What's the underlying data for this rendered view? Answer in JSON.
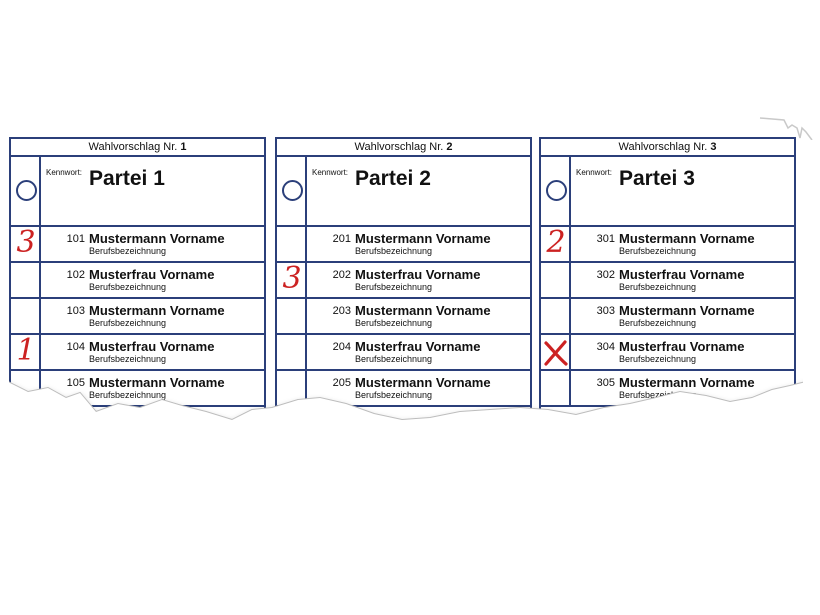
{
  "ballot": {
    "header_prefix": "Wahlvorschlag Nr.",
    "kennwort_label": "Kennwort:",
    "columns": [
      {
        "nr": "1",
        "party": "Partei 1",
        "candidates": [
          {
            "no": "101",
            "name": "Mustermann Vorname",
            "job": "Berufsbezeichnung",
            "mark": "3"
          },
          {
            "no": "102",
            "name": "Musterfrau Vorname",
            "job": "Berufsbezeichnung",
            "mark": ""
          },
          {
            "no": "103",
            "name": "Mustermann Vorname",
            "job": "Berufsbezeichnung",
            "mark": ""
          },
          {
            "no": "104",
            "name": "Musterfrau Vorname",
            "job": "Berufsbezeichnung",
            "mark": "1"
          },
          {
            "no": "105",
            "name": "Mustermann Vorname",
            "job": "Berufsbezeichnung",
            "mark": ""
          }
        ]
      },
      {
        "nr": "2",
        "party": "Partei 2",
        "candidates": [
          {
            "no": "201",
            "name": "Mustermann Vorname",
            "job": "Berufsbezeichnung",
            "mark": ""
          },
          {
            "no": "202",
            "name": "Musterfrau Vorname",
            "job": "Berufsbezeichnung",
            "mark": "3"
          },
          {
            "no": "203",
            "name": "Mustermann Vorname",
            "job": "Berufsbezeichnung",
            "mark": ""
          },
          {
            "no": "204",
            "name": "Musterfrau Vorname",
            "job": "Berufsbezeichnung",
            "mark": ""
          },
          {
            "no": "205",
            "name": "Mustermann Vorname",
            "job": "Berufsbezeichnung",
            "mark": ""
          }
        ]
      },
      {
        "nr": "3",
        "party": "Partei 3",
        "candidates": [
          {
            "no": "301",
            "name": "Mustermann Vorname",
            "job": "Berufsbezeichnung",
            "mark": "2"
          },
          {
            "no": "302",
            "name": "Musterfrau Vorname",
            "job": "Berufsbezeichnung",
            "mark": ""
          },
          {
            "no": "303",
            "name": "Mustermann Vorname",
            "job": "Berufsbezeichnung",
            "mark": ""
          },
          {
            "no": "304",
            "name": "Musterfrau Vorname",
            "job": "Berufsbezeichnung",
            "mark": "cross"
          },
          {
            "no": "305",
            "name": "Mustermann Vorname",
            "job": "Berufsbezeichnung",
            "mark": ""
          }
        ]
      }
    ]
  },
  "colors": {
    "line": "#2b3f7a",
    "mark": "#cc2222"
  }
}
